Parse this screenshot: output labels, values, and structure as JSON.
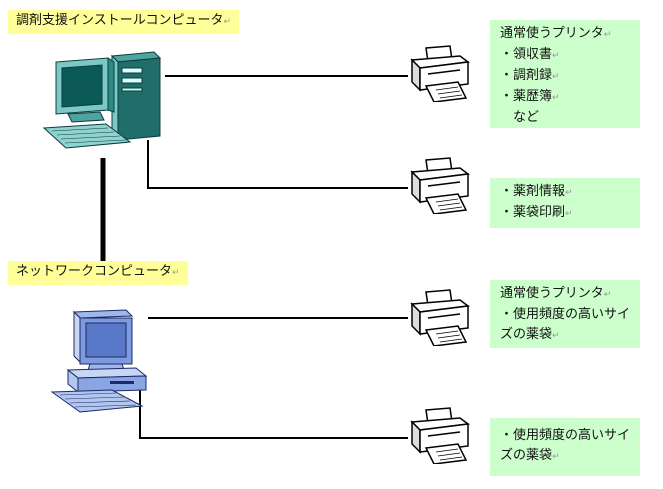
{
  "return_mark": "↵",
  "computers": {
    "install": {
      "label": "調剤支援インストールコンピュータ"
    },
    "network": {
      "label": "ネットワークコンピュータ"
    }
  },
  "notes": [
    {
      "lines": [
        "通常使うプリンタ",
        "・領収書",
        "・調剤録",
        "・薬歴簿",
        "　など"
      ],
      "marks": [
        true,
        true,
        true,
        true,
        false
      ]
    },
    {
      "lines": [
        "・薬剤情報",
        "・薬袋印刷"
      ],
      "marks": [
        true,
        true
      ]
    },
    {
      "lines": [
        "通常使うプリンタ",
        "・使用頻度の高いサイ",
        "ズの薬袋"
      ],
      "marks": [
        true,
        false,
        true
      ]
    },
    {
      "lines": [
        "・使用頻度の高いサイ",
        "ズの薬袋"
      ],
      "marks": [
        false,
        true
      ]
    }
  ]
}
